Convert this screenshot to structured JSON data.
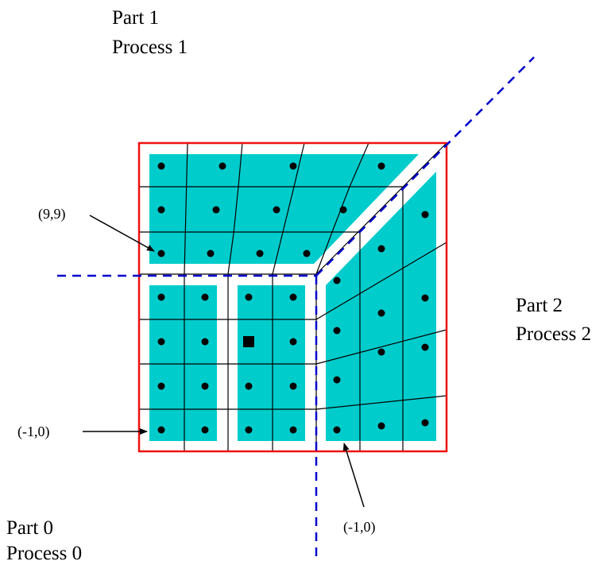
{
  "labels": {
    "part1": "Part 1",
    "process1": "Process 1",
    "part2": "Part 2",
    "process2": "Process 2",
    "part0": "Part 0",
    "process0": "Process 0"
  },
  "annotations": {
    "top_left_coord": "(9,9)",
    "left_coord": "(-1,0)",
    "bottom_coord": "(-1,0)"
  },
  "colors": {
    "fill": "#00CCCC",
    "border": "#EE1111",
    "partition_line": "#0000CC",
    "grid_line": "#000000"
  }
}
